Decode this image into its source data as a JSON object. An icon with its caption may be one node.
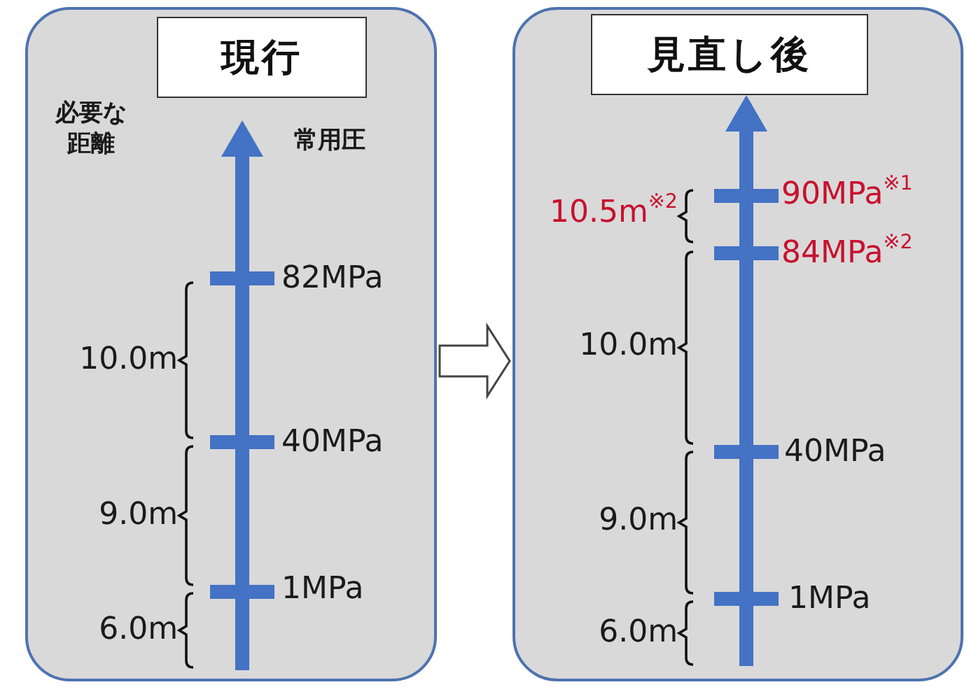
{
  "diagram": {
    "nodes": [
      {
        "text": [],
        "shape": "box"
      },
      {
        "text": [
          "現行"
        ],
        "in": 0
      },
      {
        "text": [],
        "shape": "box"
      },
      {
        "text": [
          "見直し後"
        ],
        "in": 2
      }
    ],
    "edges": [
      {
        "from": 0,
        "to": 2,
        "arrow": "to"
      }
    ],
    "labels": [
      "必要な距離",
      "常用圧",
      "82MPa",
      "10.0m",
      "40MPa",
      "9.0m",
      "1MPa",
      "6.0m",
      "10.5m$^{※2}$",
      "90MPa$^{※1}$",
      "84MPa$^{※2}$",
      "10.0m",
      "40MPa",
      "9.0m",
      "1MPa",
      "6.0m"
    ]
  }
}
